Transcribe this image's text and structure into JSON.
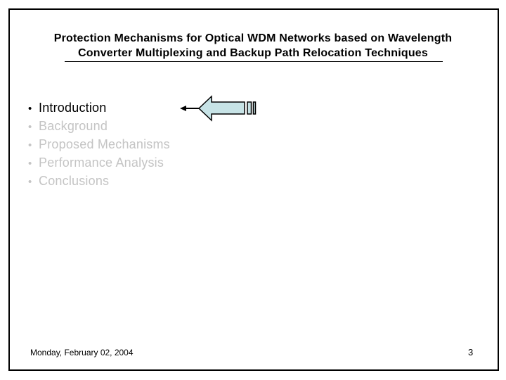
{
  "slide": {
    "title": {
      "line1": "Protection Mechanisms for Optical WDM Networks based on Wavelength",
      "line2": "Converter Multiplexing and Backup Path Relocation Techniques"
    },
    "bullets": [
      {
        "label": "Introduction",
        "state": "active"
      },
      {
        "label": "Background",
        "state": "inactive"
      },
      {
        "label": "Proposed Mechanisms",
        "state": "inactive"
      },
      {
        "label": "Performance Analysis",
        "state": "inactive"
      },
      {
        "label": "Conclusions",
        "state": "inactive"
      }
    ],
    "pointer": {
      "icon": "striped-left-arrow",
      "points_to": "Introduction"
    },
    "footer": {
      "date": "Monday, February 02, 2004",
      "page_number": "3"
    },
    "colors": {
      "arrow_fill": "#c7e3e6",
      "active_text": "#000000",
      "inactive_text": "#c4c4c4",
      "border": "#000000"
    }
  }
}
